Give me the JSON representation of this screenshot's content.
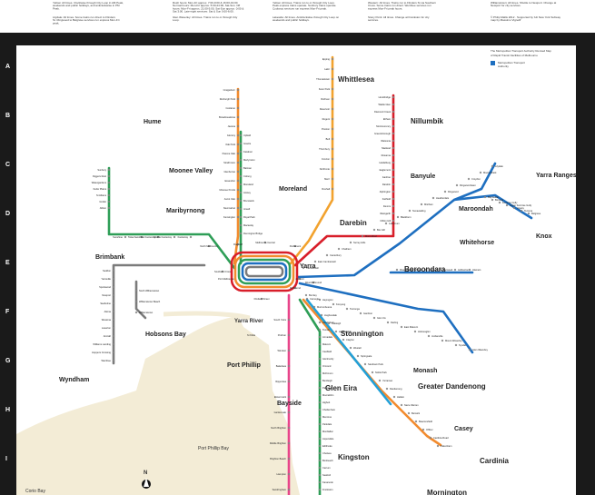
{
  "header": {
    "legend_blocks": [
      "Yellow: All times. Clockwise through City Loop in AM Peak, weekends and public holidays, and anticlockwise in PM Peak.",
      "Rush hours: Mon-Fri approx. 7:00-9:00 & 16:00-19:00. Normal hours: Mon-Fri approx. 5:00-24:00, Sat-Sun. Off hours: Mon-Fri approx. 21:00-5:00, Sat-Sun approx. 0:00 & Sat 3:00. Late-night services: Sat & Sun 0:00-6:00.",
      "Yellow: All times. Trains run to or through City Loop. Peak express trains operate. Sunbury trains operate. Coolaroo services run express Mon-Fri peak.",
      "Western: All times. Trains run to Flinders St via Southern Cross. Some trains run direct. Werribee services run express Mon-Fri peak hours.",
      "Williamstown: All times. Shuttle to Newport. Change at Newport for city services.",
      "Lilydale: All times. Some trains run direct to Flinders St. Ringwood to Belgrave services run express Mon-Fri peak.",
      "Glen Waverley: All times. Trains run to or through City Loop.",
      "Lakeside: All times. Anticlockwise through City Loop on weekends and public holidays.",
      "Stony Point: All times. Change at Frankston for city services.",
      "© Philip Mallis 2012 · Supported by 'Hit New York Subway map by Massimo Vignelli'"
    ]
  },
  "map": {
    "title_lines": [
      "The Metropolitan Transport Authority Revised Map",
      "of Rapid Transit Facilities of Melbourne"
    ],
    "logo_text": [
      "Metropolitan Transport",
      "Authority"
    ],
    "grid_rows": [
      "A",
      "B",
      "C",
      "D",
      "E",
      "F",
      "G",
      "H",
      "I"
    ],
    "areas": [
      {
        "id": "whittlesea",
        "text": "Whittlesea"
      },
      {
        "id": "hume",
        "text": "Hume"
      },
      {
        "id": "nillumbik",
        "text": "Nillumbik"
      },
      {
        "id": "moonee-valley",
        "text": "Moonee Valley"
      },
      {
        "id": "banyule",
        "text": "Banyule"
      },
      {
        "id": "yarra-ranges",
        "text": "Yarra Ranges"
      },
      {
        "id": "moreland",
        "text": "Moreland"
      },
      {
        "id": "maribyrnong",
        "text": "Maribyrnong"
      },
      {
        "id": "maroondah",
        "text": "Maroondah"
      },
      {
        "id": "darebin",
        "text": "Darebin"
      },
      {
        "id": "knox",
        "text": "Knox"
      },
      {
        "id": "brimbank",
        "text": "Brimbank"
      },
      {
        "id": "whitehorse",
        "text": "Whitehorse"
      },
      {
        "id": "yarra",
        "text": "Yarra"
      },
      {
        "id": "boroondara",
        "text": "Boroondara"
      },
      {
        "id": "hobsons-bay",
        "text": "Hobsons Bay"
      },
      {
        "id": "stonnington",
        "text": "Stonnington"
      },
      {
        "id": "wyndham",
        "text": "Wyndham"
      },
      {
        "id": "port-phillip",
        "text": "Port Phillip"
      },
      {
        "id": "monash",
        "text": "Monash"
      },
      {
        "id": "glen-eira",
        "text": "Glen Eira"
      },
      {
        "id": "greater-dandenong",
        "text": "Greater Dandenong"
      },
      {
        "id": "casey",
        "text": "Casey"
      },
      {
        "id": "bayside",
        "text": "Bayside"
      },
      {
        "id": "kingston",
        "text": "Kingston"
      },
      {
        "id": "cardinia",
        "text": "Cardinia"
      },
      {
        "id": "mornington",
        "text": "Mornington"
      }
    ],
    "water": {
      "yarra_river": "Yarra River",
      "port_phillip_bay": "Port Phillip Bay",
      "corio_bay": "Corio Bay"
    },
    "compass": "N",
    "lines": [
      {
        "name": "upfield",
        "color": "#2e9e57"
      },
      {
        "name": "craigieburn",
        "color": "#f28b2e"
      },
      {
        "name": "sunbury",
        "color": "#f2a22e"
      },
      {
        "name": "hurstbridge",
        "color": "#d81e2a"
      },
      {
        "name": "epping",
        "color": "#d81e2a"
      },
      {
        "name": "lilydale",
        "color": "#1e6fc0"
      },
      {
        "name": "glen-waverley",
        "color": "#1e6fc0"
      },
      {
        "name": "werribee",
        "color": "#7b7b7b"
      },
      {
        "name": "sandringham",
        "color": "#e8458a"
      },
      {
        "name": "frankston",
        "color": "#2e9e57"
      },
      {
        "name": "pakenham",
        "color": "#22a0d8"
      }
    ],
    "stations": {
      "upfield": [
        "Upfield",
        "Gowrie",
        "Fawkner",
        "Merlynston",
        "Batman",
        "Coburg",
        "Moreland",
        "Anstey",
        "Brunswick",
        "Jewell",
        "Royal Park",
        "Macaulay",
        "Flemington Bridge"
      ],
      "craigieburn": [
        "Craigieburn",
        "Roxburgh Park",
        "Coolaroo",
        "Broadmeadows",
        "Jacana",
        "Glenroy",
        "Oak Park",
        "Pascoe Vale",
        "Strathmore",
        "Glenbervie",
        "Essendon",
        "Moonee Ponds",
        "Ascot Vale",
        "Newmarket",
        "Kensington"
      ],
      "sunbury": [
        "Sunbury",
        "Diggers Rest",
        "Watergardens",
        "Keilor Plains",
        "St Albans",
        "Ginifer",
        "Albion",
        "Sunshine",
        "Tottenham",
        "West Footscray",
        "Middle Footscray",
        "Footscray"
      ],
      "epping": [
        "Epping",
        "Lalor",
        "Thomastown",
        "Keon Park",
        "Ruthven",
        "Reservoir",
        "Regent",
        "Preston",
        "Bell",
        "Thornbury",
        "Croxton",
        "Northcote",
        "Merri",
        "Rushall"
      ],
      "hurstbridge": [
        "Hurstbridge",
        "Wattle Glen",
        "Diamond Creek",
        "Eltham",
        "Montmorency",
        "Greensborough",
        "Watsonia",
        "Macleod",
        "Rosanna",
        "Heidelberg",
        "Eaglemont",
        "Ivanhoe",
        "Darebin",
        "Alphington",
        "Fairfield",
        "Dennis",
        "Westgarth",
        "Clifton Hill"
      ],
      "lilydale": [
        "Lilydale",
        "Mooroolbark",
        "Croydon",
        "Ringwood East",
        "Ringwood",
        "Heatherdale",
        "Mitcham",
        "Nunawading",
        "Blackburn",
        "Laburnum",
        "Box Hill",
        "Mont Albert",
        "Surrey Hills",
        "Chatham",
        "Canterbury",
        "East Camberwell",
        "Camberwell"
      ],
      "belgrave": [
        "Belgrave",
        "Tecoma",
        "Upwey",
        "Upper Ferntree Gully",
        "Ferntree Gully",
        "Boronia",
        "Bayswater"
      ],
      "glen-waverley": [
        "Glen Waverley",
        "Syndal",
        "Mount Waverley",
        "Jordanville",
        "Holmesglen",
        "East Malvern",
        "Darling",
        "Glen Iris",
        "Gardiner",
        "Tooronga",
        "Kooyong",
        "Heyington",
        "Burnley"
      ],
      "alamein": [
        "Alamein",
        "Ashburton",
        "Burwood",
        "Hartwell",
        "Willison",
        "Riversdale"
      ],
      "werribee": [
        "Werribee",
        "Hoppers Crossing",
        "Williams Landing",
        "Aircraft",
        "Laverton",
        "Westona",
        "Altona",
        "Seaholme",
        "Newport",
        "Spotswood",
        "Yarraville",
        "Seddon"
      ],
      "williamstown": [
        "Williamstown",
        "Williamstown Beach",
        "North Williamstown"
      ],
      "sandringham": [
        "Sandringham",
        "Hampton",
        "Brighton Beach",
        "Middle Brighton",
        "North Brighton",
        "Gardenvale",
        "Elsternwick",
        "Ripponlea",
        "Balaclava",
        "Windsor",
        "Prahran",
        "South Yarra"
      ],
      "frankston": [
        "Frankston",
        "Kananook",
        "Seaford",
        "Carrum",
        "Bonbeach",
        "Chelsea",
        "Edithvale",
        "Aspendale",
        "Mordialloc",
        "Parkdale",
        "Mentone",
        "Cheltenham",
        "Highett",
        "Moorabbin",
        "Patterson",
        "Bentleigh",
        "McKinnon",
        "Ormond",
        "Glenhuntly",
        "Caulfield",
        "Malvern",
        "Armadale",
        "Toorak",
        "Hawksburn"
      ],
      "pakenham": [
        "Pakenham",
        "Cardinia Road",
        "Officer",
        "Beaconsfield",
        "Berwick",
        "Narre Warren",
        "Hallam",
        "Dandenong",
        "Yarraman",
        "Noble Park",
        "Sandown Park",
        "Springvale",
        "Westall",
        "Clayton",
        "Huntingdale",
        "Oakleigh",
        "Hughesdale",
        "Murrumbeena",
        "Carnegie"
      ],
      "city": [
        "Flagstaff",
        "Melbourne Central",
        "Parliament",
        "Flinders Street",
        "Southern Cross",
        "Richmond",
        "Jolimont",
        "West Richmond",
        "North Melbourne"
      ]
    },
    "annotations": [
      "St Kilda",
      "Port Melbourne"
    ]
  }
}
